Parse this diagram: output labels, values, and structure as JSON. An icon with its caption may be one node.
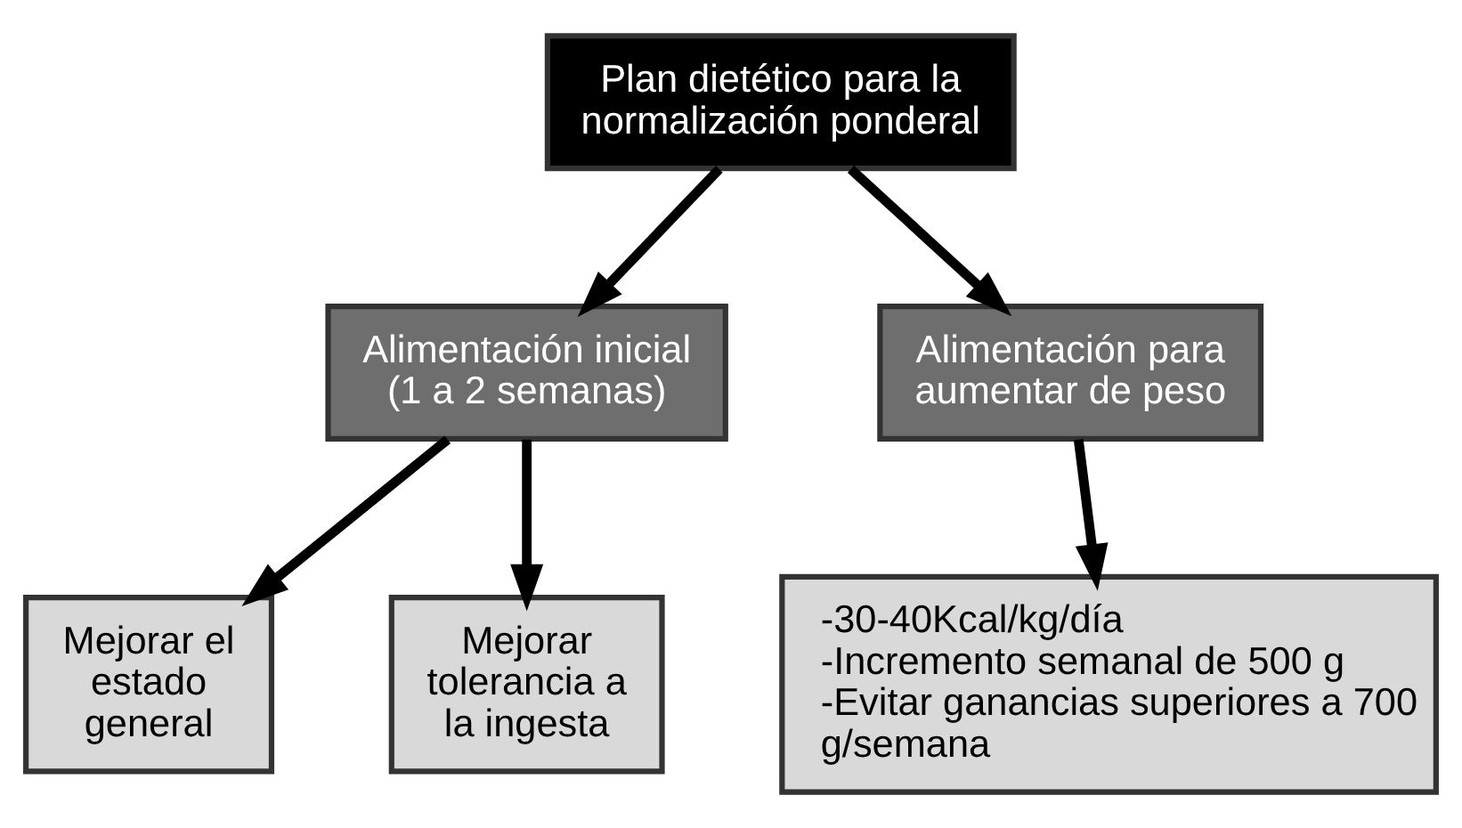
{
  "diagram": {
    "nodes": [
      {
        "text": [
          "Plan dietético para la normalización ponderal"
        ]
      },
      {
        "text": [
          "Alimentación inicial (1 a 2 semanas)"
        ]
      },
      {
        "text": [
          "Alimentación para aumentar de peso"
        ]
      },
      {
        "text": [
          "Mejorar el estado general"
        ]
      },
      {
        "text": [
          "Mejorar tolerancia a la ingesta"
        ]
      },
      {
        "text": [
          "-30-40Kcal/kg/día",
          "-Incremento semanal de 500 g",
          "-Evitar ganancias superiores a 700 g/semana"
        ]
      }
    ],
    "edges": [
      {
        "from": 0,
        "to": 1,
        "arrow": "to"
      },
      {
        "from": 0,
        "to": 2,
        "arrow": "to"
      },
      {
        "from": 1,
        "to": 3,
        "arrow": "to"
      },
      {
        "from": 1,
        "to": 4,
        "arrow": "to"
      },
      {
        "from": 2,
        "to": 5,
        "arrow": "to"
      }
    ]
  }
}
